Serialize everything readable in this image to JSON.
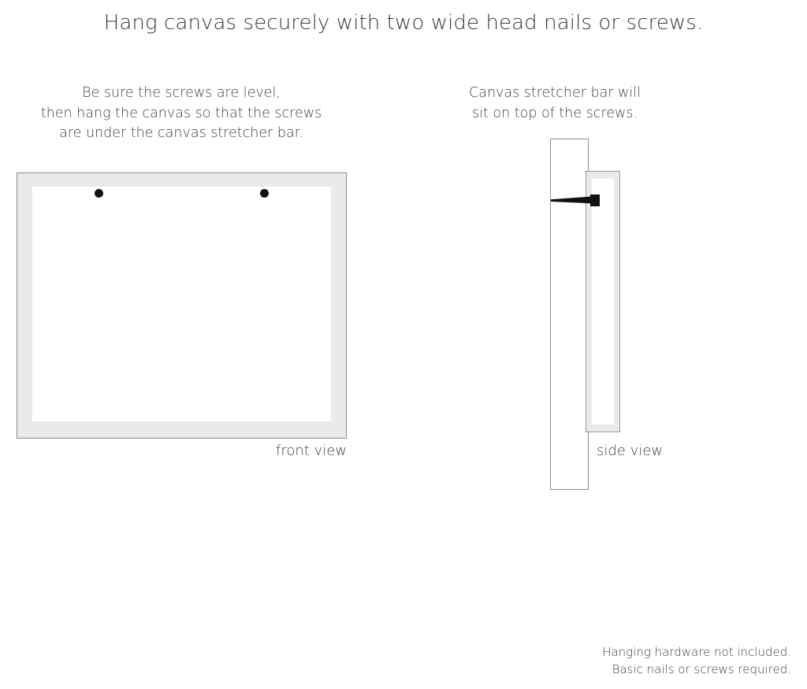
{
  "headline": "Hang canvas securely with two wide head nails or screws.",
  "front_panel": {
    "caption_lines": [
      "Be sure the screws are level,",
      "then hang the canvas so that the screws",
      "are under the canvas stretcher bar."
    ],
    "view_label": "front view",
    "screw_count": 2
  },
  "side_panel": {
    "caption_lines": [
      "Canvas stretcher bar will",
      "sit on top of the screws."
    ],
    "view_label": "side view"
  },
  "footnote_lines": [
    "Hanging hardware not included.",
    "Basic nails or screws required."
  ],
  "colors": {
    "background": "#ffffff",
    "text": "#3f3f3f",
    "frame_fill": "#eaeaea",
    "frame_stroke": "#8c8c8c",
    "canvas_face": "#ffffff",
    "screw": "#111111"
  }
}
